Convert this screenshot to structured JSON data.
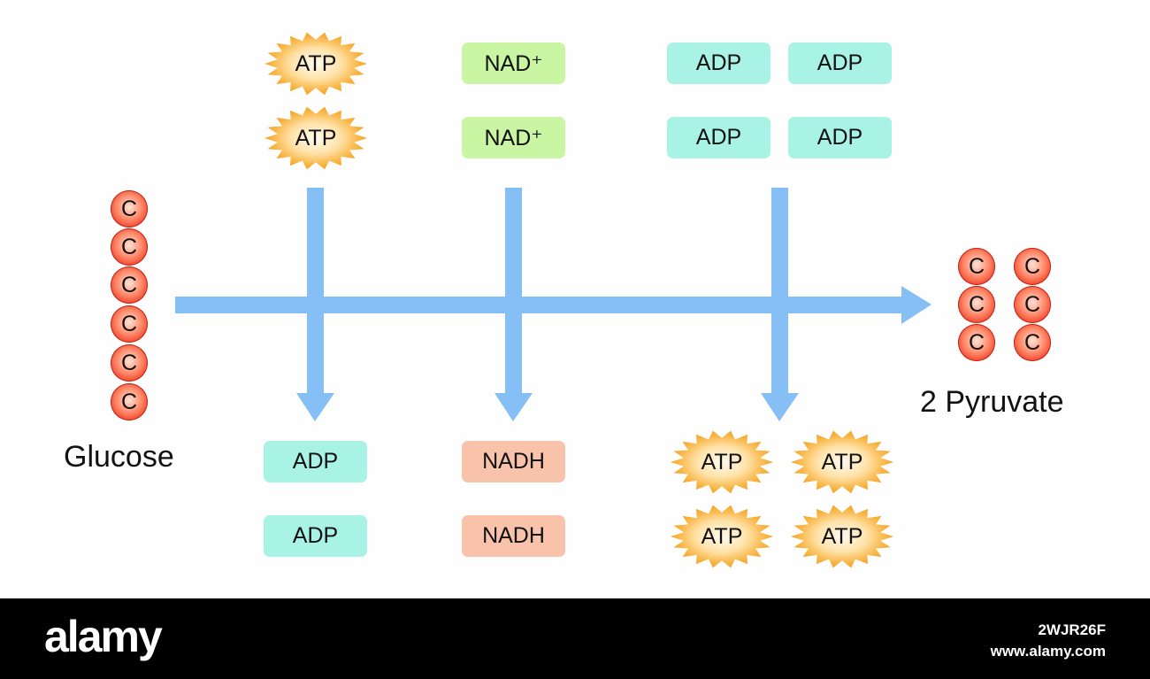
{
  "molecules": {
    "atp": "ATP",
    "adp": "ADP",
    "nad_plus": "NAD⁺",
    "nadh": "NADH",
    "carbon": "C"
  },
  "labels": {
    "glucose": "Glucose",
    "pyruvate": "2 Pyruvate"
  },
  "footer": {
    "brand": "alamy",
    "image_id": "2WJR26F",
    "site": "www.alamy.com"
  },
  "colors": {
    "arrow": "#86bff6",
    "adp_box": "#a8f3e6",
    "nad_box": "#caf5a3",
    "nadh_box": "#f8c3aa",
    "atp_burst_outer": "#f6a623",
    "atp_burst_inner": "#fff6e6",
    "carbon": "#ef3a22"
  }
}
